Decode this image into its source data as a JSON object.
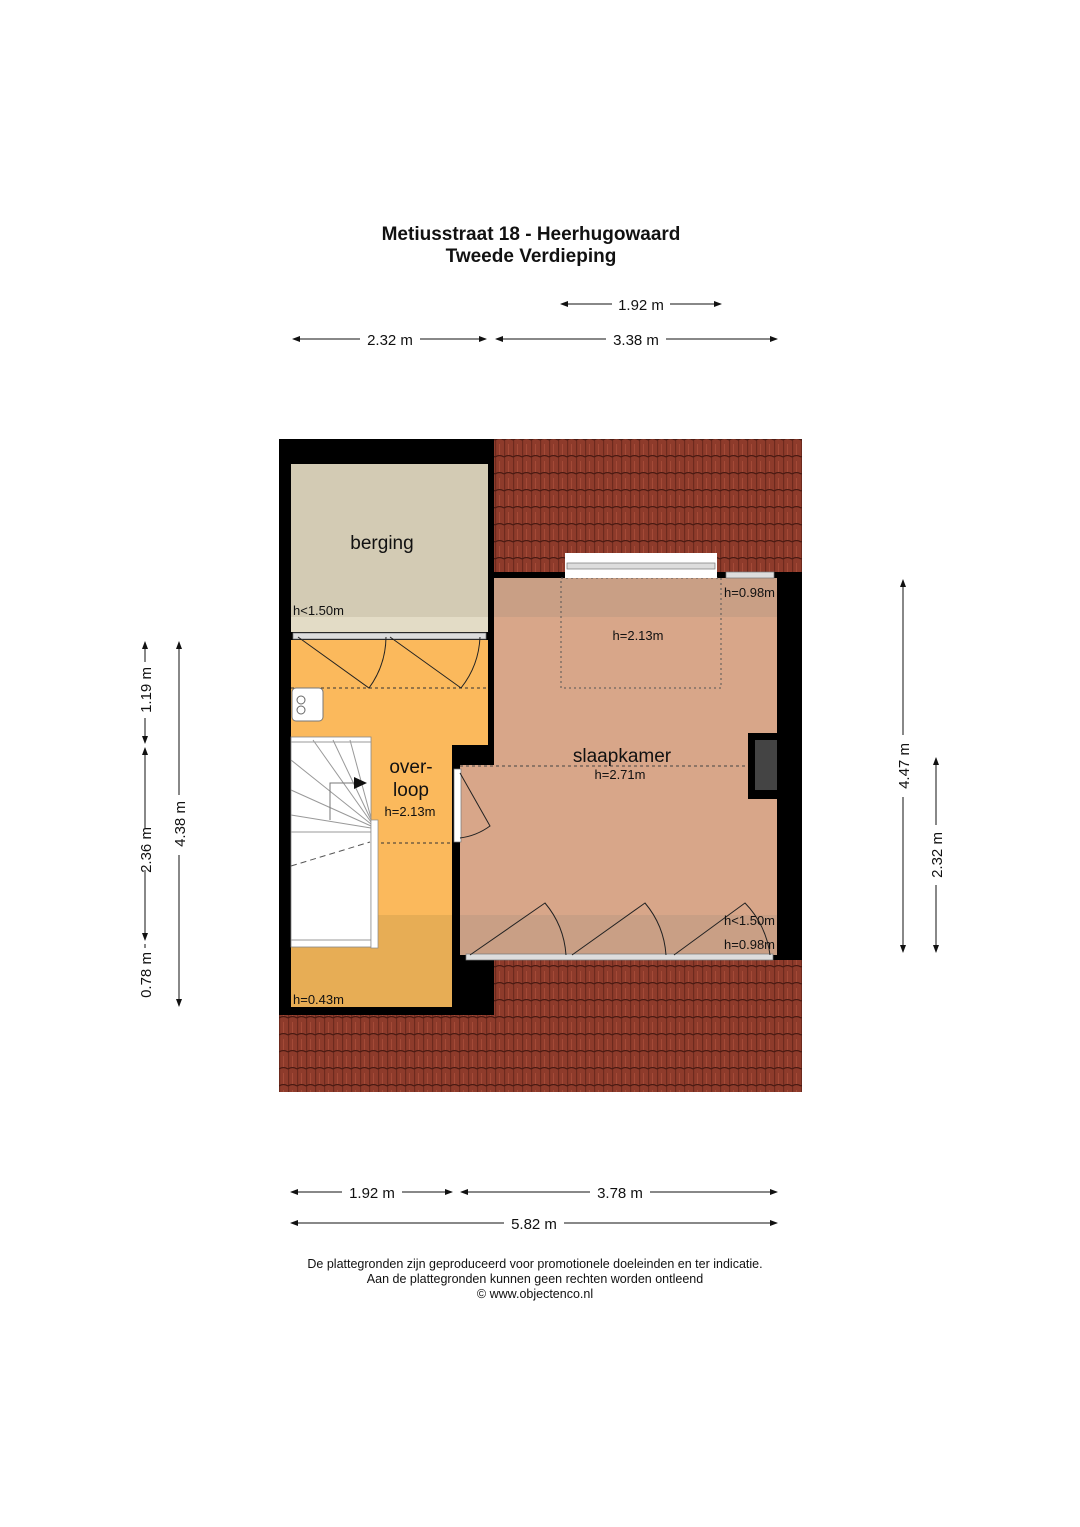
{
  "title": {
    "line1": "Metiusstraat 18 - Heerhugowaard",
    "line2": "Tweede Verdieping"
  },
  "dimensions": {
    "top_192": "1.92 m",
    "top_232": "2.32 m",
    "top_338": "3.38 m",
    "left_119": "1.19 m",
    "left_236": "2.36 m",
    "left_078": "0.78 m",
    "left_438": "4.38 m",
    "right_447": "4.47 m",
    "right_232": "2.32 m",
    "bottom_192": "1.92 m",
    "bottom_378": "3.78 m",
    "bottom_582": "5.82 m"
  },
  "rooms": {
    "berging": {
      "name": "berging",
      "height": "h<1.50m"
    },
    "overloop": {
      "name_line1": "over-",
      "name_line2": "loop",
      "height": "h=2.13m",
      "low_height": "h=0.43m"
    },
    "slaapkamer": {
      "name": "slaapkamer",
      "height": "h=2.71m",
      "dormer_height": "h=2.13m",
      "top_right_height": "h=0.98m",
      "bottom_low1": "h<1.50m",
      "bottom_low2": "h=0.98m"
    }
  },
  "footer": {
    "line1": "De plattegronden zijn geproduceerd voor promotionele doeleinden en ter indicatie.",
    "line2": "Aan de plattegronden kunnen geen rechten worden ontleend",
    "line3": "© www.objectenco.nl"
  },
  "colors": {
    "roof": "#8e3b2b",
    "berging": "#d3cbb4",
    "overloop": "#fbb95c",
    "slaapkamer": "#d8a689",
    "wall": "#000000"
  }
}
